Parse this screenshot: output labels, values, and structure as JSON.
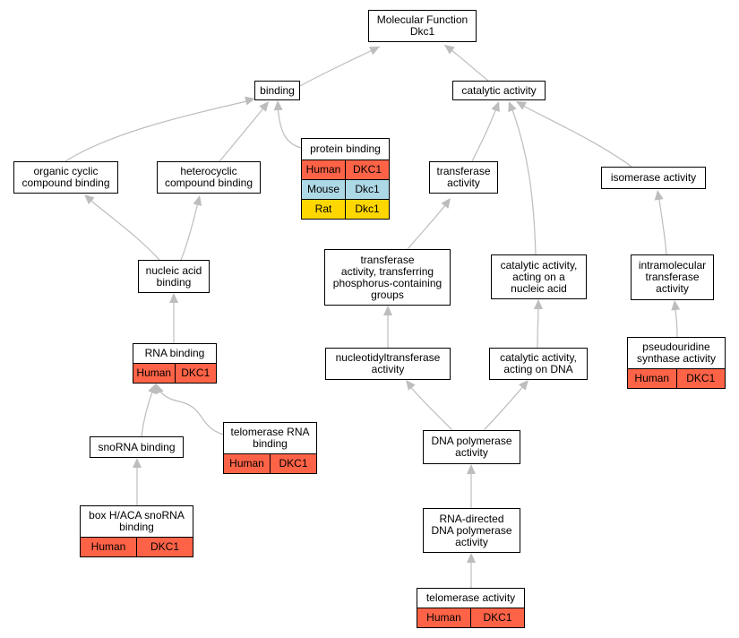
{
  "colors": {
    "edge": "#bdbdbd",
    "human": "#ff6347",
    "mouse": "#add8e6",
    "rat": "#ffd700"
  },
  "nodes": {
    "root": {
      "label": "Molecular Function\nDkc1"
    },
    "binding": {
      "label": "binding"
    },
    "catalytic": {
      "label": "catalytic activity"
    },
    "protein_binding": {
      "label": "protein binding",
      "rows": [
        {
          "species": "Human",
          "gene": "DKC1",
          "color": "#ff6347"
        },
        {
          "species": "Mouse",
          "gene": "Dkc1",
          "color": "#add8e6"
        },
        {
          "species": "Rat",
          "gene": "Dkc1",
          "color": "#ffd700"
        }
      ]
    },
    "organic_cyclic": {
      "label": "organic cyclic\ncompound binding"
    },
    "heterocyclic": {
      "label": "heterocyclic\ncompound binding"
    },
    "transferase": {
      "label": "transferase\nactivity"
    },
    "isomerase": {
      "label": "isomerase activity"
    },
    "nucleic_acid_binding": {
      "label": "nucleic acid\nbinding"
    },
    "transferase_phos": {
      "label": "transferase\nactivity, transferring\nphosphorus-containing\ngroups"
    },
    "catalytic_nucleic": {
      "label": "catalytic activity,\nacting on a\nnucleic acid"
    },
    "intramolecular": {
      "label": "intramolecular\ntransferase\nactivity"
    },
    "rna_binding": {
      "label": "RNA binding",
      "rows": [
        {
          "species": "Human",
          "gene": "DKC1",
          "color": "#ff6347"
        }
      ]
    },
    "nucleotidyl": {
      "label": "nucleotidyltransferase\nactivity"
    },
    "catalytic_dna": {
      "label": "catalytic activity,\nacting on DNA"
    },
    "pseudouridine": {
      "label": "pseudouridine\nsynthase activity",
      "rows": [
        {
          "species": "Human",
          "gene": "DKC1",
          "color": "#ff6347"
        }
      ]
    },
    "telomerase_rna": {
      "label": "telomerase RNA\nbinding",
      "rows": [
        {
          "species": "Human",
          "gene": "DKC1",
          "color": "#ff6347"
        }
      ]
    },
    "snorna": {
      "label": "snoRNA binding"
    },
    "dna_polymerase": {
      "label": "DNA polymerase\nactivity"
    },
    "box_haca": {
      "label": "box H/ACA snoRNA\nbinding",
      "rows": [
        {
          "species": "Human",
          "gene": "DKC1",
          "color": "#ff6347"
        }
      ]
    },
    "rna_directed": {
      "label": "RNA-directed\nDNA polymerase\nactivity"
    },
    "telomerase_activity": {
      "label": "telomerase activity",
      "rows": [
        {
          "species": "Human",
          "gene": "DKC1",
          "color": "#ff6347"
        }
      ]
    }
  }
}
